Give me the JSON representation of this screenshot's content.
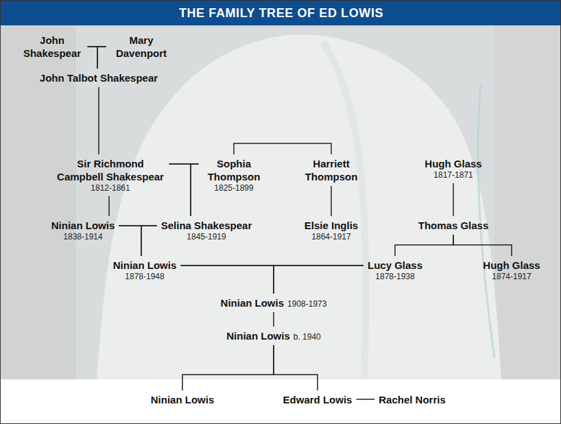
{
  "diagram": {
    "title": "THE FAMILY TREE OF ED LOWIS",
    "nodes": [
      {
        "text": [
          "John Shakespear"
        ]
      },
      {
        "text": [
          "Mary Davenport"
        ]
      },
      {
        "text": [
          "John Talbot Shakespear"
        ]
      },
      {
        "text": [
          "Sir Richmond Campbell Shakespear",
          "1812-1861"
        ]
      },
      {
        "text": [
          "Sophia Thompson",
          "1825-1899"
        ]
      },
      {
        "text": [
          "Harriett Thompson"
        ]
      },
      {
        "text": [
          "Hugh Glass",
          "1817-1871"
        ]
      },
      {
        "text": [
          "Ninian Lowis",
          "1838-1914"
        ]
      },
      {
        "text": [
          "Selina Shakespear",
          "1845-1919"
        ]
      },
      {
        "text": [
          "Elsie Inglis",
          "1864-1917"
        ]
      },
      {
        "text": [
          "Thomas Glass"
        ]
      },
      {
        "text": [
          "Ninian Lowis",
          "1878-1948"
        ]
      },
      {
        "text": [
          "Lucy Glass",
          "1878-1938"
        ]
      },
      {
        "text": [
          "Hugh Glass",
          "1874-1917"
        ]
      },
      {
        "text": [
          "Ninian Lowis",
          "1908-1973"
        ]
      },
      {
        "text": [
          "Ninian Lowis",
          "b. 1940"
        ]
      },
      {
        "text": [
          "Ninian Lowis"
        ]
      },
      {
        "text": [
          "Edward Lowis"
        ]
      },
      {
        "text": [
          "Rachel Norris"
        ]
      }
    ],
    "edges": [
      {
        "from": 0,
        "to": 1,
        "arrow": "none"
      },
      {
        "from": 0,
        "to": 2,
        "arrow": "none"
      },
      {
        "from": 1,
        "to": 2,
        "arrow": "none"
      },
      {
        "from": 2,
        "to": 3,
        "arrow": "none"
      },
      {
        "from": 3,
        "to": 4,
        "arrow": "none"
      },
      {
        "from": 3,
        "to": 8,
        "arrow": "none"
      },
      {
        "from": 4,
        "to": 8,
        "arrow": "none"
      },
      {
        "from": 4,
        "to": 5,
        "arrow": "none"
      },
      {
        "from": 5,
        "to": 9,
        "arrow": "none"
      },
      {
        "from": 3,
        "to": 7,
        "arrow": "none"
      },
      {
        "from": 7,
        "to": 8,
        "arrow": "none"
      },
      {
        "from": 7,
        "to": 11,
        "arrow": "none"
      },
      {
        "from": 8,
        "to": 11,
        "arrow": "none"
      },
      {
        "from": 6,
        "to": 10,
        "arrow": "none"
      },
      {
        "from": 10,
        "to": 12,
        "arrow": "none"
      },
      {
        "from": 10,
        "to": 13,
        "arrow": "none"
      },
      {
        "from": 11,
        "to": 12,
        "arrow": "none"
      },
      {
        "from": 11,
        "to": 14,
        "arrow": "none"
      },
      {
        "from": 12,
        "to": 14,
        "arrow": "none"
      },
      {
        "from": 14,
        "to": 15,
        "arrow": "none"
      },
      {
        "from": 15,
        "to": 16,
        "arrow": "none"
      },
      {
        "from": 15,
        "to": 17,
        "arrow": "none"
      },
      {
        "from": 17,
        "to": 18,
        "arrow": "none"
      }
    ]
  }
}
